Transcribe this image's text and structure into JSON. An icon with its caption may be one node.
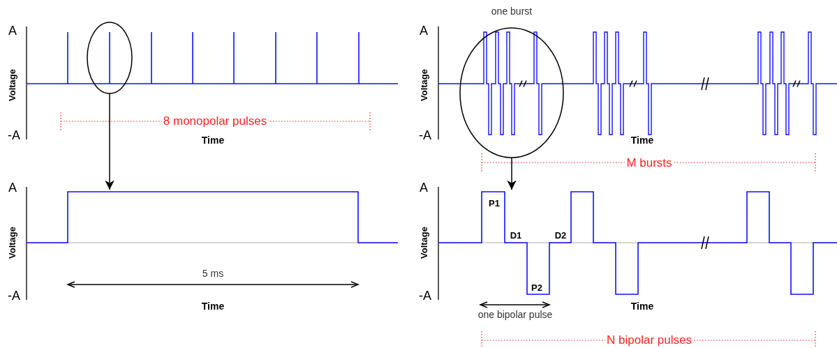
{
  "diagram": {
    "nodes": [
      {
        "text": [],
        "shape": "circle"
      },
      {
        "text": [],
        "shape": "circle",
        "beside": [
          "one burst"
        ]
      },
      {
        "text": [],
        "shape": "picture"
      },
      {
        "text": [],
        "shape": "picture"
      }
    ],
    "edges": [
      {
        "from": 0,
        "to": 2,
        "arrow": "to"
      },
      {
        "from": 1,
        "to": 3,
        "arrow": "to"
      }
    ],
    "labels": [
      "A",
      "Voltage",
      "-A",
      "8 monopolar pulses",
      "Time",
      "A",
      "Voltage",
      "-A",
      "Time",
      "M bursts",
      "A",
      "Voltage",
      "5 ms",
      "-A",
      "Time",
      "A",
      "Voltage",
      "P1",
      "D1",
      "D2",
      "P2",
      "-A",
      "Time",
      "one bipolar pulse",
      "N bipolar pulses"
    ]
  }
}
